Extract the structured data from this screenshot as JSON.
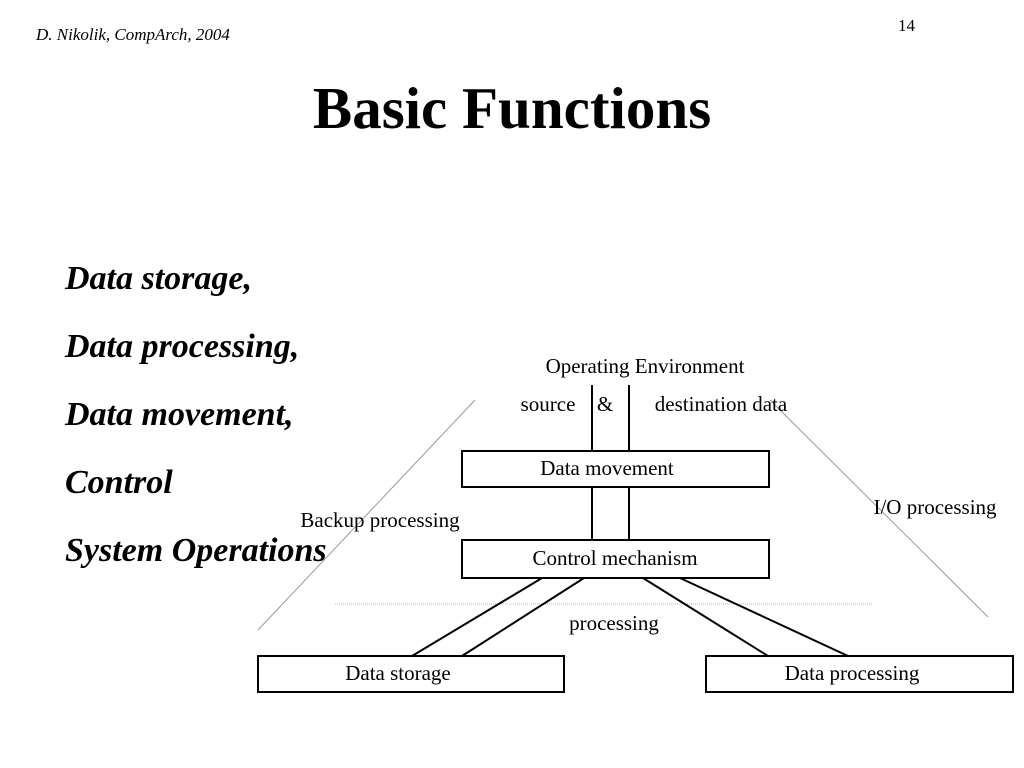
{
  "header": {
    "author": "D. Nikolik, CompArch, 2004",
    "page_number": "14"
  },
  "slide": {
    "title": "Basic Functions",
    "bullets": [
      "Data storage,",
      "Data processing,",
      "Data movement,",
      "Control",
      "System Operations"
    ]
  },
  "diagram": {
    "operating_environment": "Operating Environment",
    "source": "source",
    "ampersand": "&",
    "destination": "destination data",
    "data_movement": "Data movement",
    "control_mechanism": "Control mechanism",
    "backup_processing": "Backup processing",
    "io_processing": "I/O processing",
    "processing": "processing",
    "data_storage": "Data storage",
    "data_processing": "Data processing"
  }
}
